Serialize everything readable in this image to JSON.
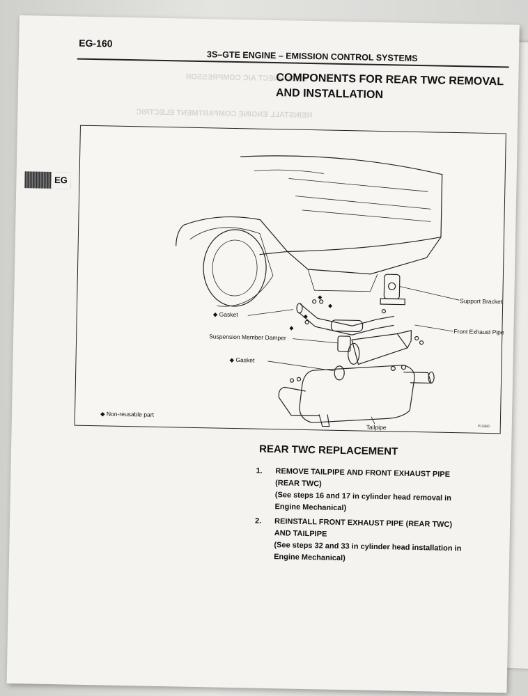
{
  "header": {
    "page_code": "EG-160",
    "title": "3S–GTE ENGINE – EMISSION CONTROL SYSTEMS",
    "tab": "EG"
  },
  "section": {
    "title_line1": "COMPONENTS FOR REAR TWC REMOVAL",
    "title_line2": "AND INSTALLATION"
  },
  "figure": {
    "labels": {
      "support_bracket": "Support Bracket",
      "gasket_upper": "◆ Gasket",
      "front_exhaust_pipe": "Front Exhaust Pipe",
      "suspension_member_damper": "Suspension Member Damper",
      "gasket_lower": "◆ Gasket",
      "non_reusable": "◆ Non-reusable part",
      "tailpipe": "Tailpipe"
    },
    "code": "P11960"
  },
  "replacement": {
    "title": "REAR TWC REPLACEMENT",
    "steps": [
      {
        "num": "1.",
        "heading": "REMOVE TAILPIPE AND FRONT EXHAUST PIPE",
        "heading2": "(REAR TWC)",
        "note": "(See steps 16 and 17 in cylinder head removal in",
        "note2": "Engine Mechanical)"
      },
      {
        "num": "2.",
        "heading": "REINSTALL FRONT EXHAUST PIPE (REAR TWC)",
        "heading2": "AND TAILPIPE",
        "note": "(See steps 32 and 33 in cylinder head installation in",
        "note2": "Engine Mechanical)"
      }
    ]
  }
}
